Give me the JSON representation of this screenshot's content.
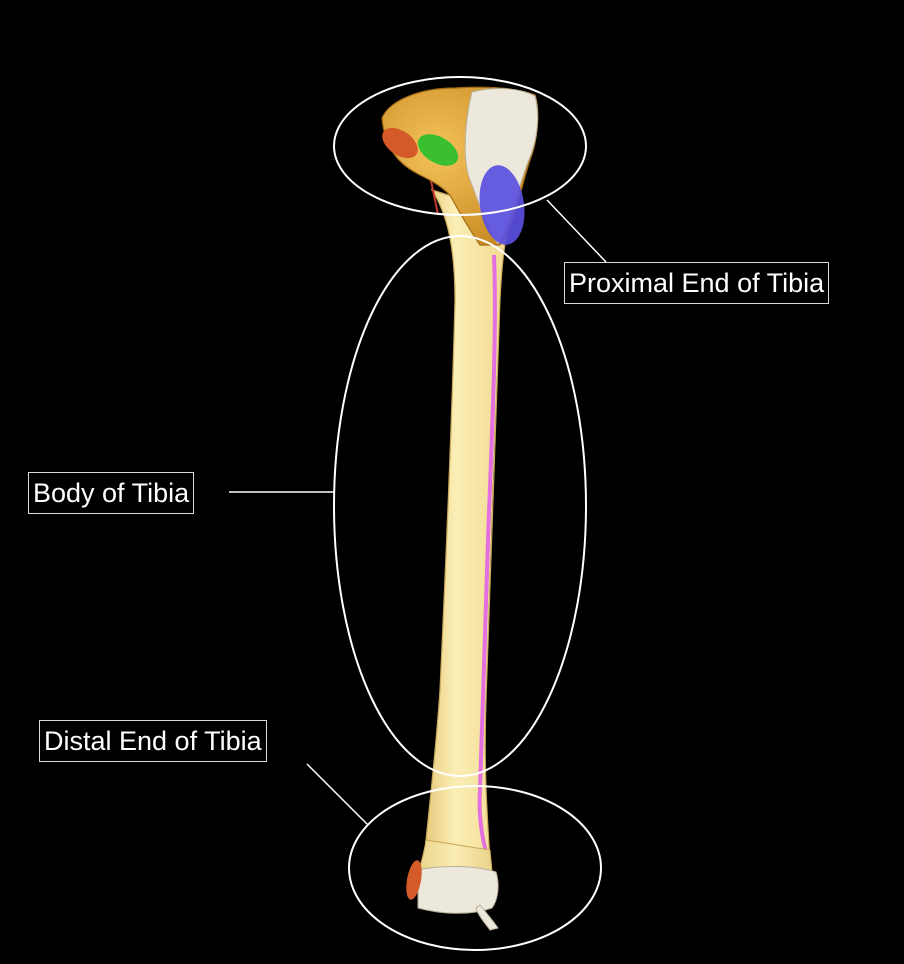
{
  "labels": {
    "proximal": "Proximal End of Tibia",
    "body": "Body of Tibia",
    "distal": "Distal End of Tibia"
  },
  "colors": {
    "background": "#000000",
    "bone_shaft": "#f6e29a",
    "bone_head": "#e9a93a",
    "articular_surface": "#ece8dc",
    "pink_border": "#e46fe0",
    "green_marker": "#2fbf2f",
    "blue_marker": "#5a4fe0",
    "red_marker": "#d45a2a",
    "outline": "#ffffff"
  }
}
